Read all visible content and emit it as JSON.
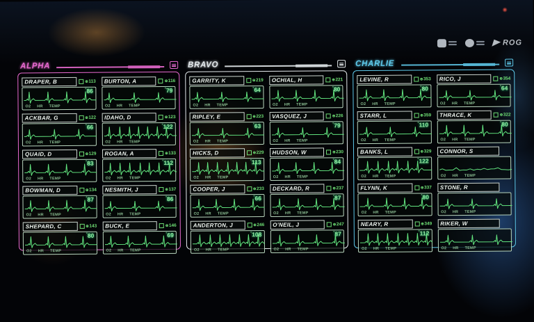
{
  "brand": {
    "logo_text": "ROG",
    "status_icons": [
      "display-icon",
      "signal-icon"
    ]
  },
  "labels": {
    "vitals": [
      "O2",
      "HR",
      "TEMP"
    ],
    "hr_prefix": "°"
  },
  "colors": {
    "alpha_accent": "#e86ad0",
    "bravo_accent": "#e6ebee",
    "charlie_accent": "#5ec9ea",
    "waveform": "#62e57f",
    "badge_green": "#6ede74",
    "hr_green": "#97e8a0"
  },
  "squads": [
    {
      "name": "ALPHA",
      "color": "#e86ad0",
      "members": [
        {
          "name": "DRAPER, B",
          "id": "113",
          "hr": "86",
          "wave": "normal"
        },
        {
          "name": "BURTON, A",
          "id": "116",
          "hr": "79",
          "wave": "sparse"
        },
        {
          "name": "ACKBAR, G",
          "id": "122",
          "hr": "66",
          "wave": "sparse"
        },
        {
          "name": "IDAHO, D",
          "id": "123",
          "hr": "122",
          "wave": "fast"
        },
        {
          "name": "QUAID, D",
          "id": "129",
          "hr": "83",
          "wave": "normal"
        },
        {
          "name": "ROGAN, A",
          "id": "133",
          "hr": "112",
          "wave": "fast"
        },
        {
          "name": "BOWMAN, D",
          "id": "134",
          "hr": "87",
          "wave": "normal"
        },
        {
          "name": "NESMITH, J",
          "id": "137",
          "hr": "86",
          "wave": "sparse"
        },
        {
          "name": "SHEPARD, C",
          "id": "143",
          "hr": "80",
          "wave": "normal"
        },
        {
          "name": "BUCK, E",
          "id": "146",
          "hr": "69",
          "wave": "normal"
        }
      ]
    },
    {
      "name": "BRAVO",
      "color": "#e6ebee",
      "members": [
        {
          "name": "GARRITY, K",
          "id": "219",
          "hr": "64",
          "wave": "sparse"
        },
        {
          "name": "OCHIAL, H",
          "id": "221",
          "hr": "80",
          "wave": "normal"
        },
        {
          "name": "RIPLEY, E",
          "id": "223",
          "hr": "63",
          "wave": "sparse"
        },
        {
          "name": "VASQUEZ, J",
          "id": "226",
          "hr": "79",
          "wave": "sparse"
        },
        {
          "name": "HICKS, D",
          "id": "229",
          "hr": "113",
          "wave": "fast"
        },
        {
          "name": "HUDSON, W",
          "id": "230",
          "hr": "84",
          "wave": "normal"
        },
        {
          "name": "COOPER, J",
          "id": "233",
          "hr": "66",
          "wave": "normal"
        },
        {
          "name": "DECKARD, R",
          "id": "237",
          "hr": "87",
          "wave": "normal"
        },
        {
          "name": "ANDERTON, J",
          "id": "246",
          "hr": "108",
          "wave": "fast"
        },
        {
          "name": "O'NEIL, J",
          "id": "247",
          "hr": "87",
          "wave": "normal"
        }
      ]
    },
    {
      "name": "CHARLIE",
      "color": "#5ec9ea",
      "members": [
        {
          "name": "LEVINE, R",
          "id": "353",
          "hr": "80",
          "wave": "normal"
        },
        {
          "name": "RICO, J",
          "id": "354",
          "hr": "64",
          "wave": "sparse"
        },
        {
          "name": "STARR, L",
          "id": "359",
          "hr": "110",
          "wave": "sparse"
        },
        {
          "name": "THRACE, K",
          "id": "322",
          "hr": "80",
          "wave": "normal"
        },
        {
          "name": "BANKS, L",
          "id": "329",
          "hr": "122",
          "wave": "fast"
        },
        {
          "name": "CONNOR, S",
          "id": "",
          "hr": "",
          "wave": "weak"
        },
        {
          "name": "FLYNN, K",
          "id": "337",
          "hr": "80",
          "wave": "normal"
        },
        {
          "name": "STONE, R",
          "id": "",
          "hr": "",
          "wave": "sparse"
        },
        {
          "name": "NEARY, R",
          "id": "349",
          "hr": "112",
          "wave": "fast"
        },
        {
          "name": "RIKER, W",
          "id": "",
          "hr": "",
          "wave": "sparse"
        }
      ]
    }
  ]
}
